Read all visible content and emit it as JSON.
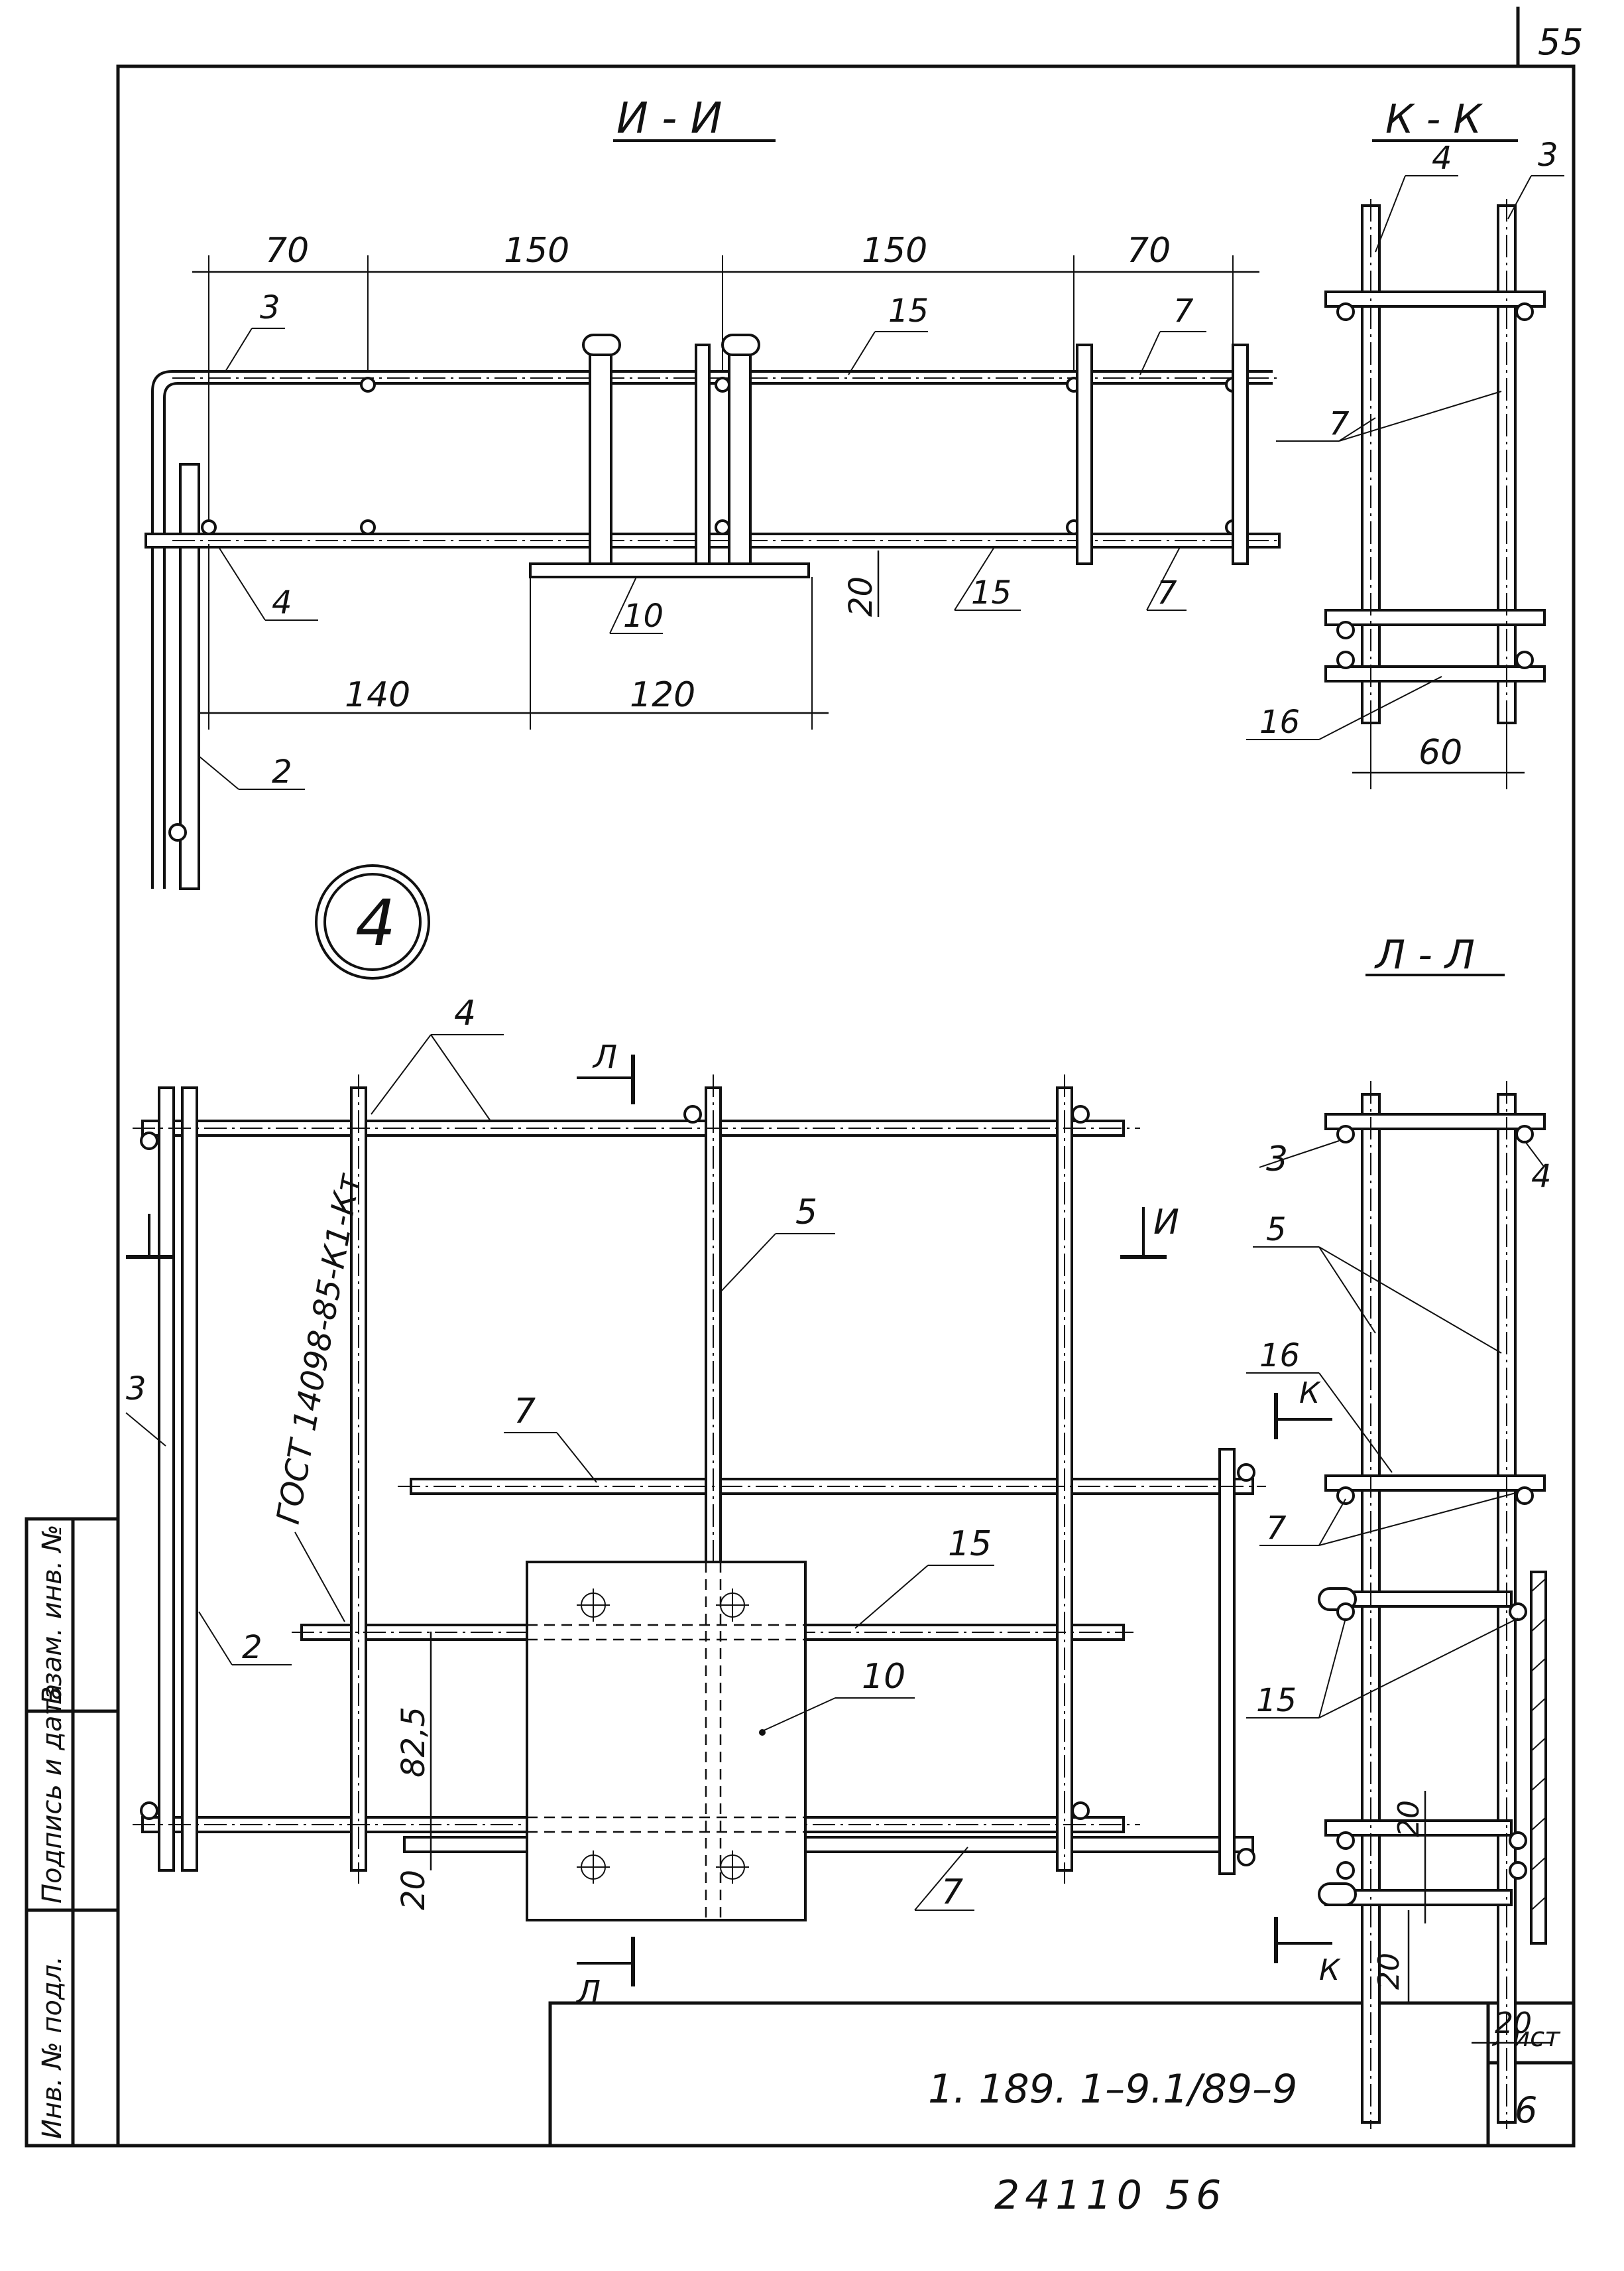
{
  "sheet": {
    "corner_number": "55",
    "list_label": "Лист",
    "list_number": "6",
    "document_code": "1. 189. 1–9.1/89–9",
    "bottom_number": "24110 56",
    "side_stamp": [
      "Инв. № подл.",
      "Подпись и дата",
      "Взам. инв. №"
    ]
  },
  "view_ii": {
    "title": "И - И",
    "dims_top": [
      "70",
      "150",
      "150",
      "70"
    ],
    "dims_bottom": [
      "140",
      "120"
    ],
    "dim_vertical": "20",
    "callouts": [
      "3",
      "15",
      "7",
      "4",
      "10",
      "15",
      "7",
      "2"
    ]
  },
  "view_kk": {
    "title": "К - К",
    "callouts": [
      "4",
      "3",
      "7",
      "16"
    ],
    "dim": "60"
  },
  "detail_mark": "4",
  "view_ll": {
    "title": "Л - Л",
    "callouts": [
      "3",
      "4",
      "5",
      "16",
      "7",
      "15"
    ],
    "dims": [
      "20",
      "20",
      "20"
    ],
    "section_marker": "К"
  },
  "plan": {
    "callouts": [
      "4",
      "5",
      "7",
      "15",
      "10",
      "7",
      "3",
      "2"
    ],
    "gost_note": "ГОСТ 14098-85-К1-Кт",
    "dims": [
      "82,5",
      "20"
    ],
    "section_marks": [
      "Л",
      "И",
      "Л"
    ]
  }
}
